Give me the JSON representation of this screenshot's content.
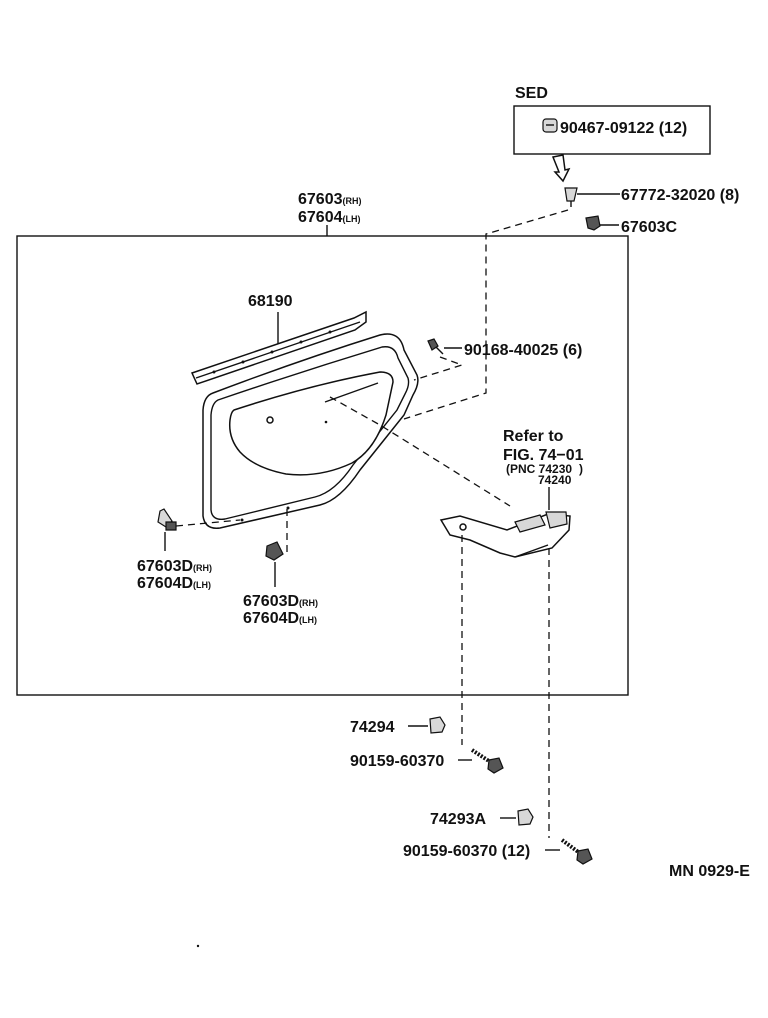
{
  "labels": {
    "sed": "SED",
    "clip_90467": "90467-09122 (12)",
    "part_67772": "67772-32020 (8)",
    "part_67603c": "67603C",
    "panel_rh_num": "67603",
    "panel_rh_suffix": "(RH)",
    "panel_lh_num": "67604",
    "panel_lh_suffix": "(LH)",
    "weatherstrip": "68190",
    "screw_90168": "90168-40025 (6)",
    "refer_to": "Refer to",
    "fig_ref": "FIG. 74−01",
    "pnc_line1": "PNC 74230",
    "pnc_line2": "74240",
    "clip_left_rh_num": "67603D",
    "clip_left_rh_suffix": "(RH)",
    "clip_left_lh_num": "67604D",
    "clip_left_lh_suffix": "(LH)",
    "clip_mid_rh_num": "67603D",
    "clip_mid_rh_suffix": "(RH)",
    "clip_mid_lh_num": "67604D",
    "clip_mid_lh_suffix": "(LH)",
    "part_74294": "74294",
    "screw_90159_a": "90159-60370",
    "part_74293a": "74293A",
    "screw_90159_b": "90159-60370 (12)",
    "drawing_code": "MN 0929-E"
  }
}
